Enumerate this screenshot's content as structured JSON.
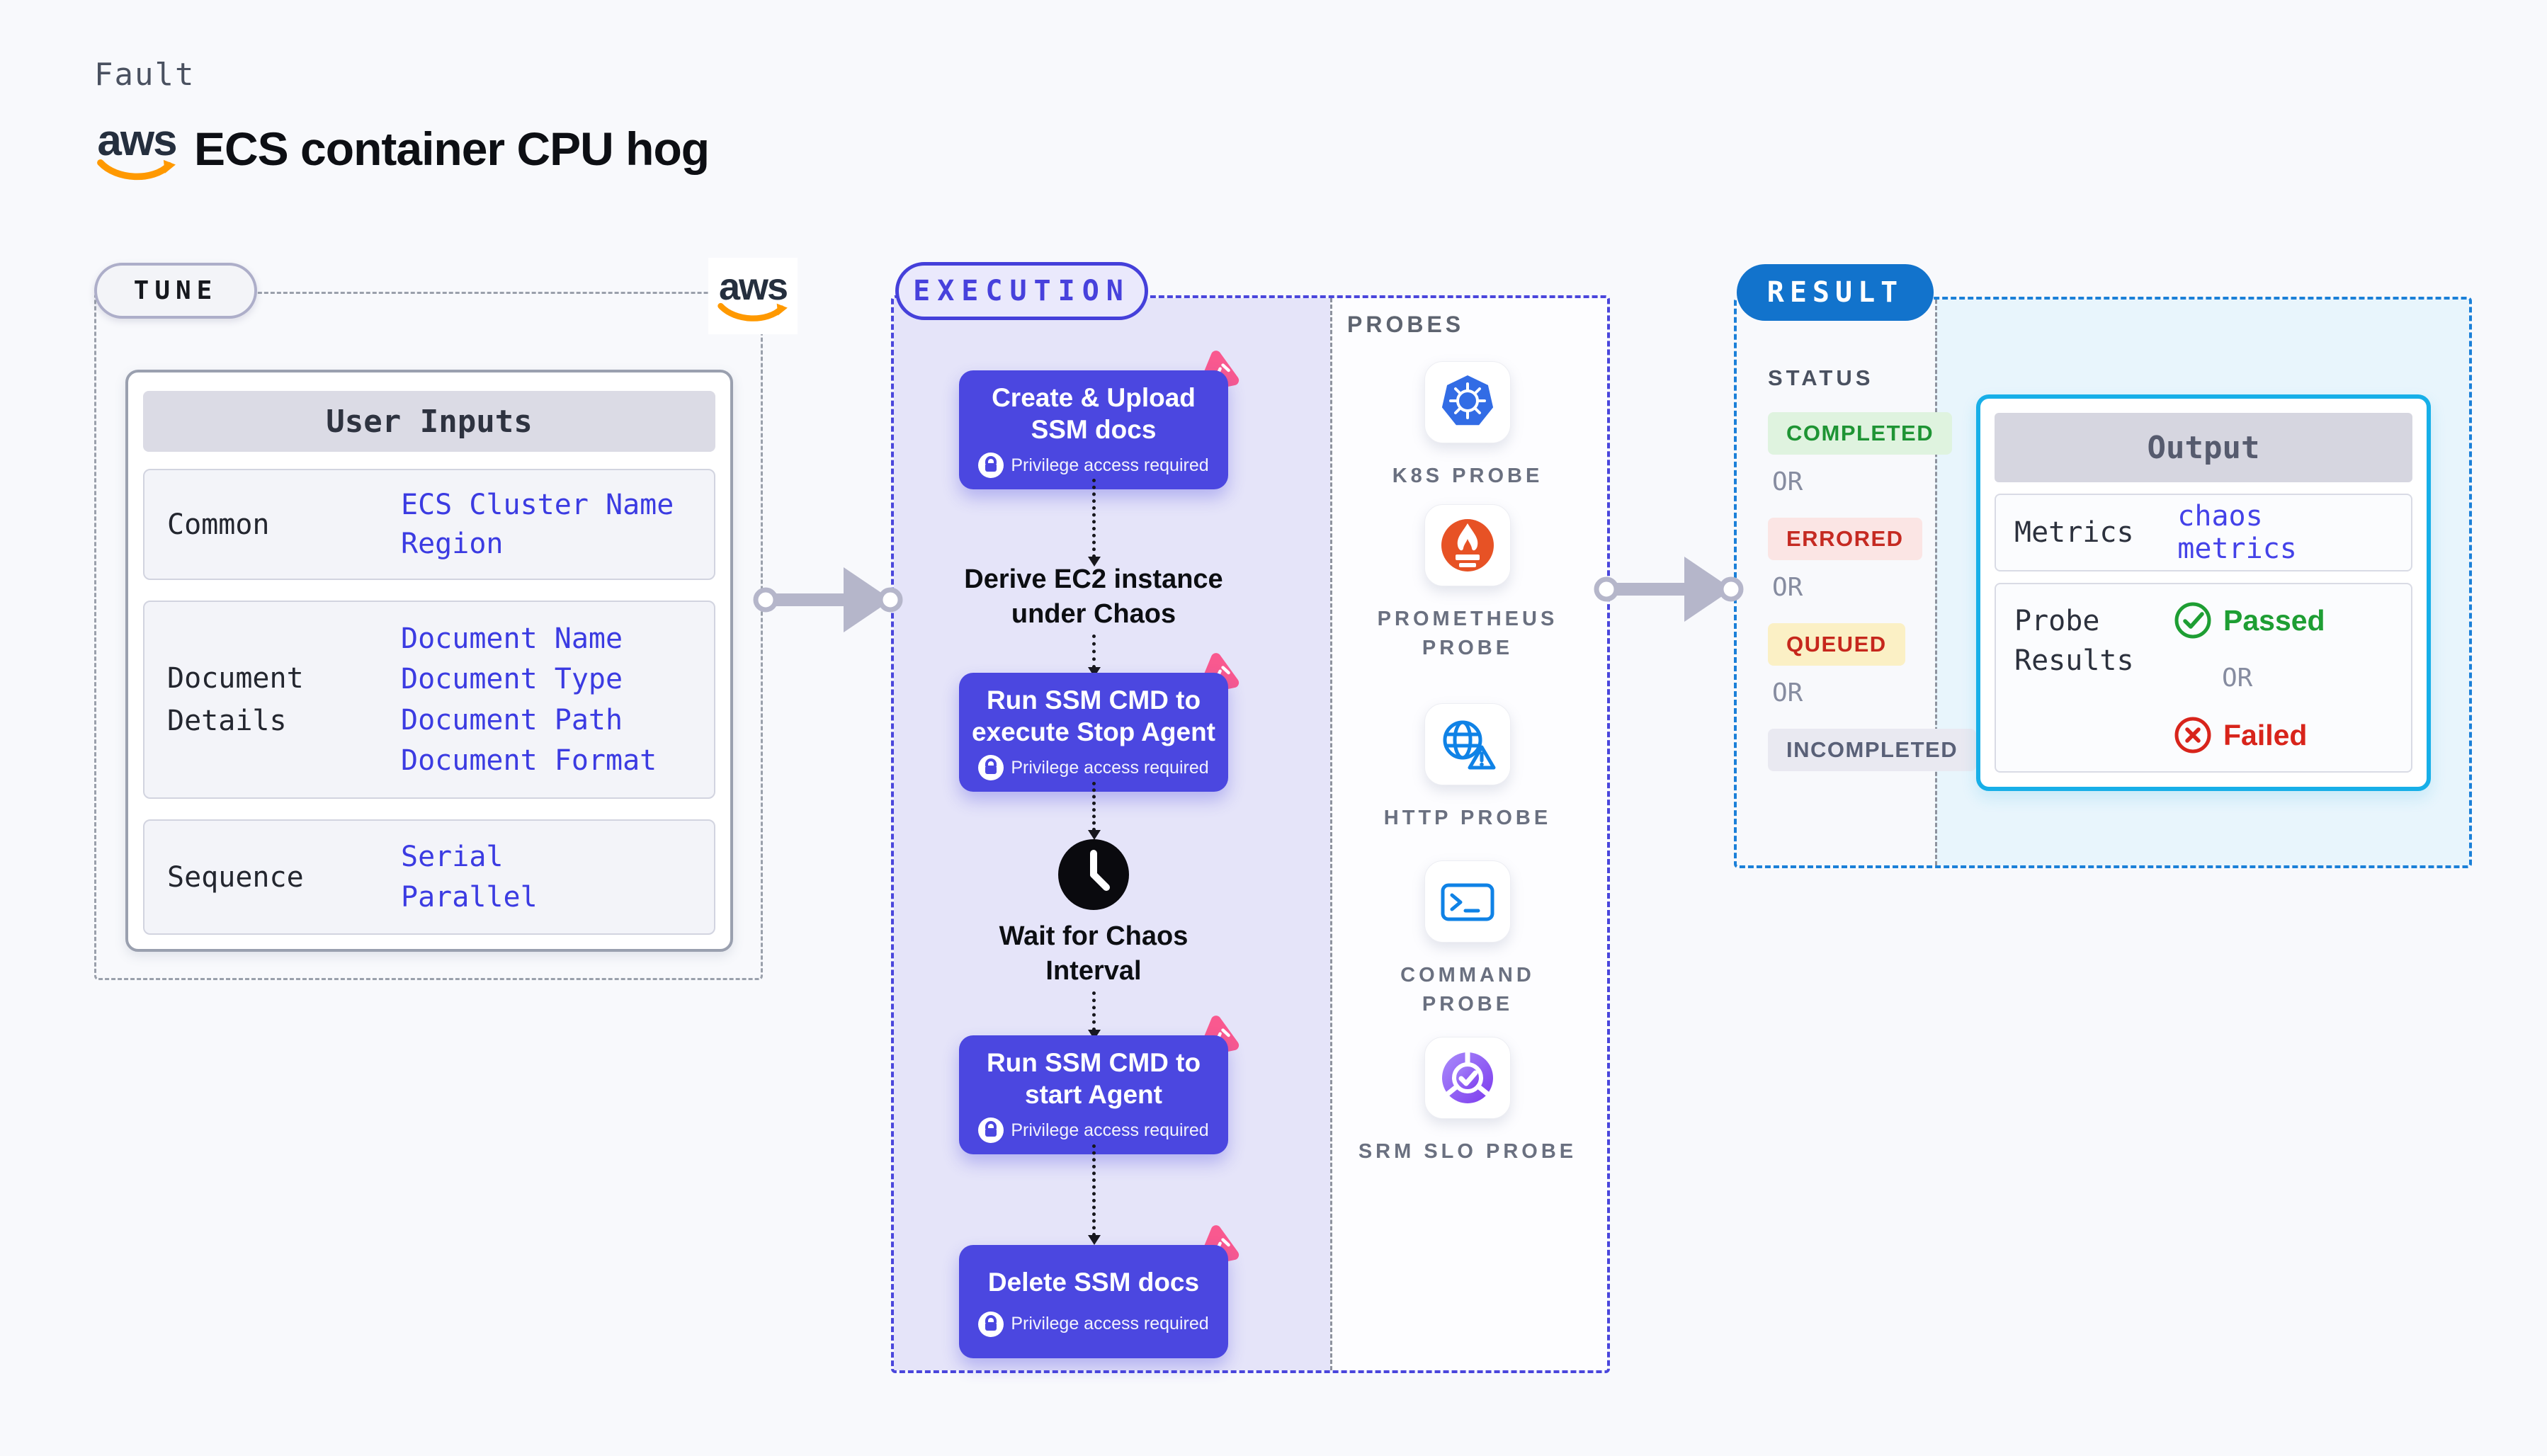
{
  "header": {
    "kicker": "Fault",
    "aws_text": "aws",
    "title": "ECS container CPU hog"
  },
  "tune": {
    "label": "TUNE",
    "table": {
      "header": "User Inputs",
      "rows": [
        {
          "label": "Common",
          "values": [
            "ECS Cluster Name",
            "Region"
          ]
        },
        {
          "label": "Document Details",
          "values": [
            "Document Name",
            "Document Type",
            "Document Path",
            "Document Format"
          ]
        },
        {
          "label": "Sequence",
          "values": [
            "Serial",
            "Parallel"
          ]
        }
      ]
    }
  },
  "execution": {
    "label": "EXECUTION",
    "privilege_caption": "Privilege access required",
    "steps": [
      {
        "type": "action",
        "title": "Create & Upload SSM docs"
      },
      {
        "type": "label",
        "title": "Derive EC2 instance under Chaos"
      },
      {
        "type": "action",
        "title": "Run SSM CMD to execute Stop Agent"
      },
      {
        "type": "wait",
        "title": "Wait for Chaos Interval"
      },
      {
        "type": "action",
        "title": "Run SSM CMD to start Agent"
      },
      {
        "type": "action",
        "title": "Delete SSM docs"
      }
    ]
  },
  "probes": {
    "label": "PROBES",
    "items": [
      {
        "name": "K8S PROBE",
        "icon": "kubernetes-icon"
      },
      {
        "name": "PROMETHEUS PROBE",
        "icon": "prometheus-icon"
      },
      {
        "name": "HTTP PROBE",
        "icon": "http-globe-icon"
      },
      {
        "name": "COMMAND PROBE",
        "icon": "terminal-icon"
      },
      {
        "name": "SRM SLO PROBE",
        "icon": "srm-slo-icon"
      }
    ]
  },
  "result": {
    "label": "RESULT",
    "status": {
      "heading": "STATUS",
      "or_label": "OR",
      "badges": [
        {
          "text": "COMPLETED",
          "state": "completed"
        },
        {
          "text": "ERRORED",
          "state": "errored"
        },
        {
          "text": "QUEUED",
          "state": "queued"
        },
        {
          "text": "INCOMPLETED",
          "state": "incompleted"
        }
      ]
    },
    "output": {
      "header": "Output",
      "metrics_label": "Metrics",
      "metrics_value": "chaos metrics",
      "probe_results_label": "Probe Results",
      "passed_label": "Passed",
      "or_label": "OR",
      "failed_label": "Failed"
    }
  },
  "colors": {
    "accent_indigo": "#4B47E0",
    "accent_blue": "#1273CC",
    "accent_cyan": "#17AFE8",
    "value_blue": "#3B3BE2",
    "passed_green": "#1E9E33",
    "failed_red": "#D8241B",
    "badge_pink": "#F9598F",
    "aws_orange": "#FF9900",
    "aws_navy": "#252F3E",
    "completed_green": "#1E9434",
    "errored_red": "#C52A22",
    "queued_red": "#C6271C",
    "incompleted_gray": "#596077"
  }
}
